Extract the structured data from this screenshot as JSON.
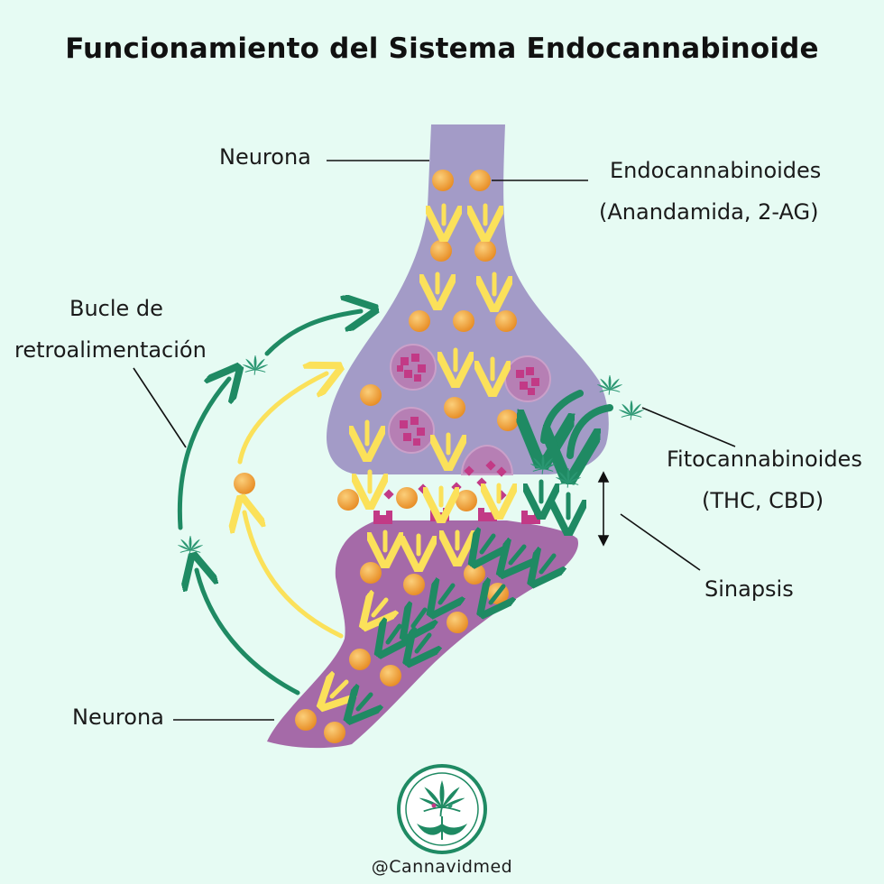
{
  "title": "Funcionamiento del Sistema Endocannabinoide",
  "labels": {
    "neurona_top": "Neurona",
    "endocannabinoides_line1": "Endocannabinoides",
    "endocannabinoides_line2": "(Anandamida, 2-AG)",
    "bucle_line1": "Bucle de",
    "bucle_line2": "retroalimentación",
    "fito_line1": "Fitocannabinoides",
    "fito_line2": "(THC, CBD)",
    "sinapsis": "Sinapsis",
    "neurona_bottom": "Neurona"
  },
  "footer": {
    "handle": "@Cannavidmed"
  },
  "colors": {
    "background": "#e6fbf3",
    "presynaptic": "#a39bc7",
    "postsynaptic": "#a56aa8",
    "molecule": "#f2a23a",
    "yellow_arrow": "#fbe15a",
    "green_arrow": "#1f8a63",
    "receptor": "#c23a86",
    "logo_green": "#1f8a63"
  },
  "icons": {
    "leaf": "cannabis-leaf-icon",
    "logo": "cannavidmed-logo-icon"
  }
}
